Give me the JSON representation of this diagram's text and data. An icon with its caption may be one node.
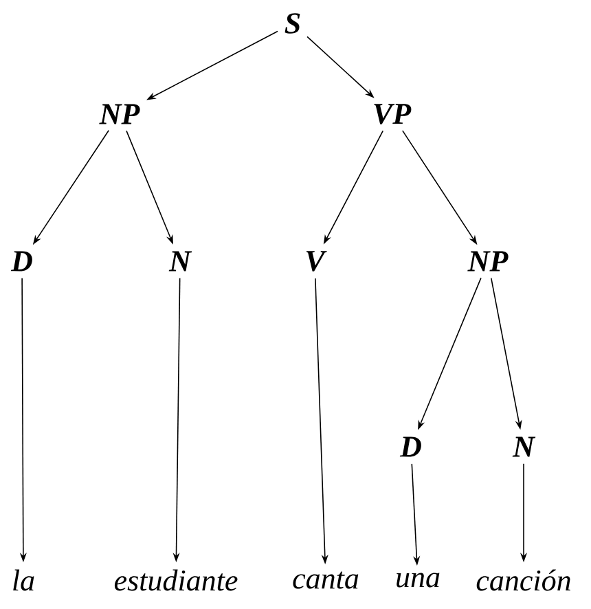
{
  "diagram": {
    "nodes": [
      {
        "text": [
          "S"
        ]
      },
      {
        "text": [
          "NP"
        ]
      },
      {
        "text": [
          "VP"
        ]
      },
      {
        "text": [
          "D"
        ]
      },
      {
        "text": [
          "N"
        ]
      },
      {
        "text": [
          "V"
        ]
      },
      {
        "text": [
          "NP"
        ]
      },
      {
        "text": [
          "D"
        ]
      },
      {
        "text": [
          "N"
        ]
      },
      {
        "text": [
          "la"
        ]
      },
      {
        "text": [
          "estudiante"
        ]
      },
      {
        "text": [
          "canta"
        ]
      },
      {
        "text": [
          "una"
        ]
      },
      {
        "text": [
          "canción"
        ]
      }
    ],
    "edges": [
      {
        "from": 0,
        "to": 1,
        "arrow": "to"
      },
      {
        "from": 0,
        "to": 2,
        "arrow": "to"
      },
      {
        "from": 1,
        "to": 3,
        "arrow": "to"
      },
      {
        "from": 1,
        "to": 4,
        "arrow": "to"
      },
      {
        "from": 2,
        "to": 5,
        "arrow": "to"
      },
      {
        "from": 2,
        "to": 6,
        "arrow": "to"
      },
      {
        "from": 6,
        "to": 7,
        "arrow": "to"
      },
      {
        "from": 6,
        "to": 8,
        "arrow": "to"
      },
      {
        "from": 3,
        "to": 9,
        "arrow": "to"
      },
      {
        "from": 4,
        "to": 10,
        "arrow": "to"
      },
      {
        "from": 5,
        "to": 11,
        "arrow": "to"
      },
      {
        "from": 7,
        "to": 12,
        "arrow": "to"
      },
      {
        "from": 8,
        "to": 13,
        "arrow": "to"
      }
    ]
  }
}
